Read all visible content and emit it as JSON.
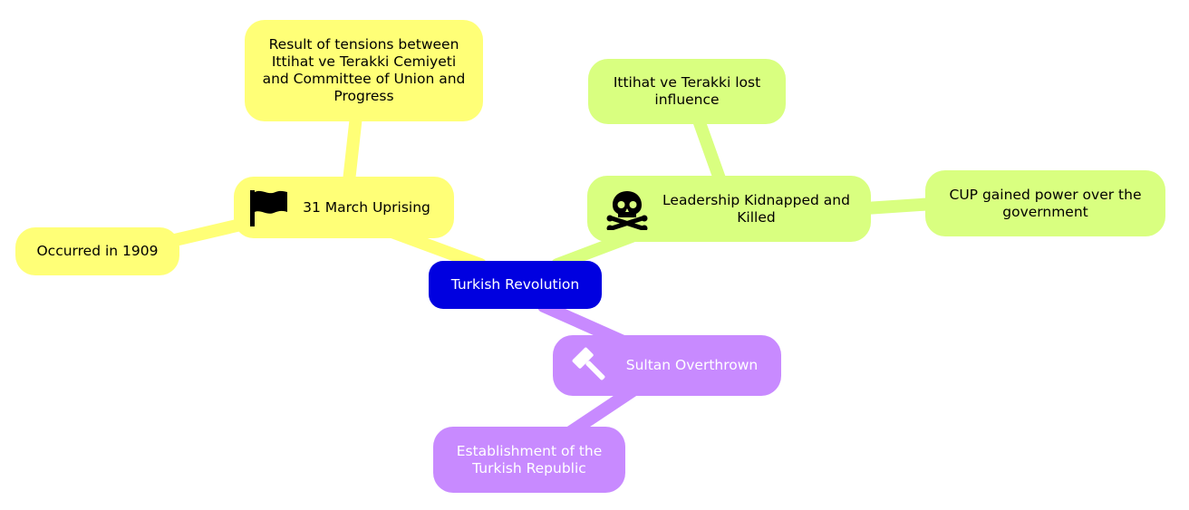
{
  "root": {
    "label": "Turkish Revolution",
    "color": "#0000e0"
  },
  "branches": {
    "uprising": {
      "label": "31 March Uprising",
      "icon": "flag-icon",
      "color": "#ffff77",
      "children": {
        "tensions": "Result of tensions between Ittihat ve Terakki Cemiyeti and Committee of Union and Progress",
        "year": "Occurred in 1909"
      }
    },
    "leadership": {
      "label": "Leadership Kidnapped and Killed",
      "icon": "skull-crossbones-icon",
      "color": "#d9ff80",
      "children": {
        "influence": "Ittihat ve Terakki lost influence",
        "cup": "CUP gained power over the government"
      }
    },
    "sultan": {
      "label": "Sultan Overthrown",
      "icon": "gavel-icon",
      "color": "#c88aff",
      "children": {
        "republic": "Establishment of the Turkish Republic"
      }
    }
  }
}
